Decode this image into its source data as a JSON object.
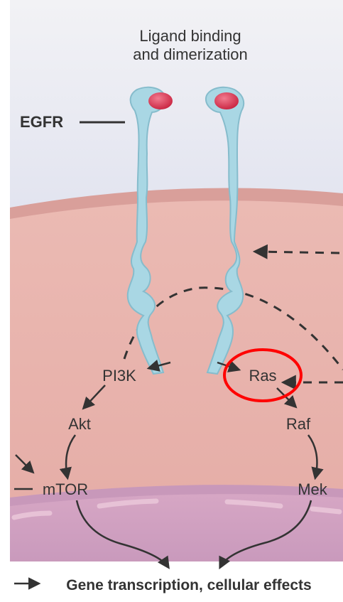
{
  "title": {
    "line1": "Ligand binding",
    "line2": "and dimerization"
  },
  "labels": {
    "receptor": "EGFR",
    "pi3k": "PI3K",
    "ras": "Ras",
    "akt": "Akt",
    "raf": "Raf",
    "mtor": "mTOR",
    "mek": "Mek",
    "outcome": "Gene transcription, cellular effects"
  },
  "colors": {
    "extracellular": "#c3cbe3",
    "membrane": "#e7b4b0",
    "cytoplasm": "#e9b3ab",
    "nucleus": "#cf9dbf",
    "receptor": "#a8d6e3",
    "ligand": "#d83252",
    "highlight": "#ff0000",
    "text": "#333333"
  }
}
